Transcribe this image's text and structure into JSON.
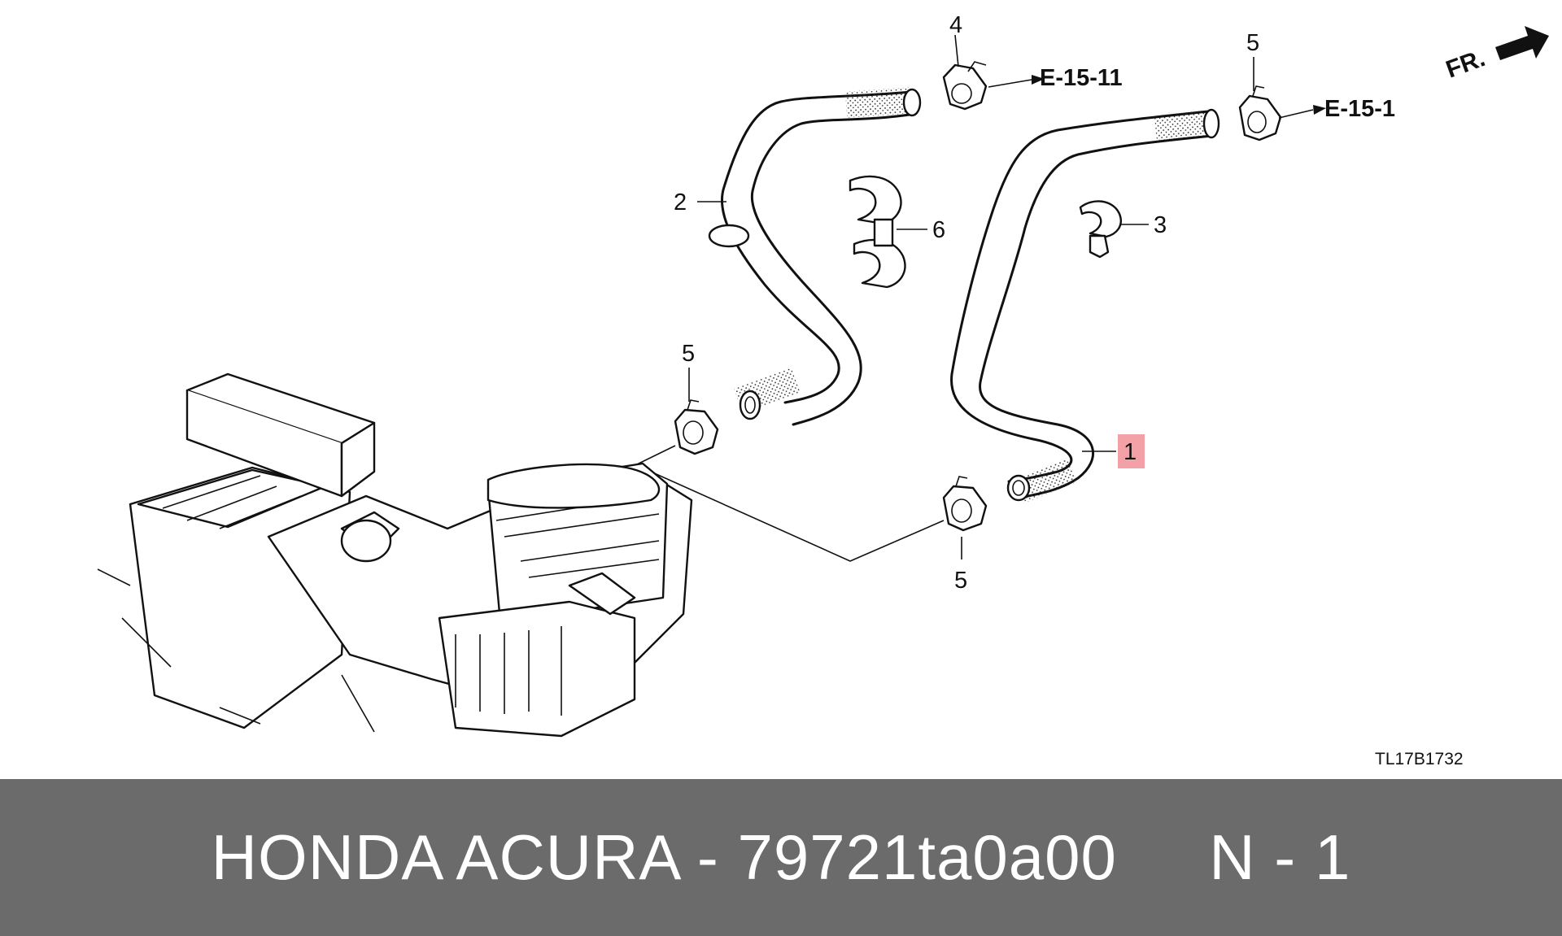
{
  "diagram": {
    "callouts": {
      "c1": "1",
      "c2": "2",
      "c3": "3",
      "c4": "4",
      "c5a": "5",
      "c5b": "5",
      "c5c": "5",
      "c6": "6"
    },
    "refs": {
      "e1511": "E-15-11",
      "e151": "E-15-1"
    },
    "front_marker": "FR.",
    "drawing_code": "TL17B1732",
    "highlight_color": "#f3a0a6"
  },
  "footer": {
    "text": "HONDA ACURA - 79721ta0a00     N - 1",
    "background": "#6b6b6b"
  }
}
